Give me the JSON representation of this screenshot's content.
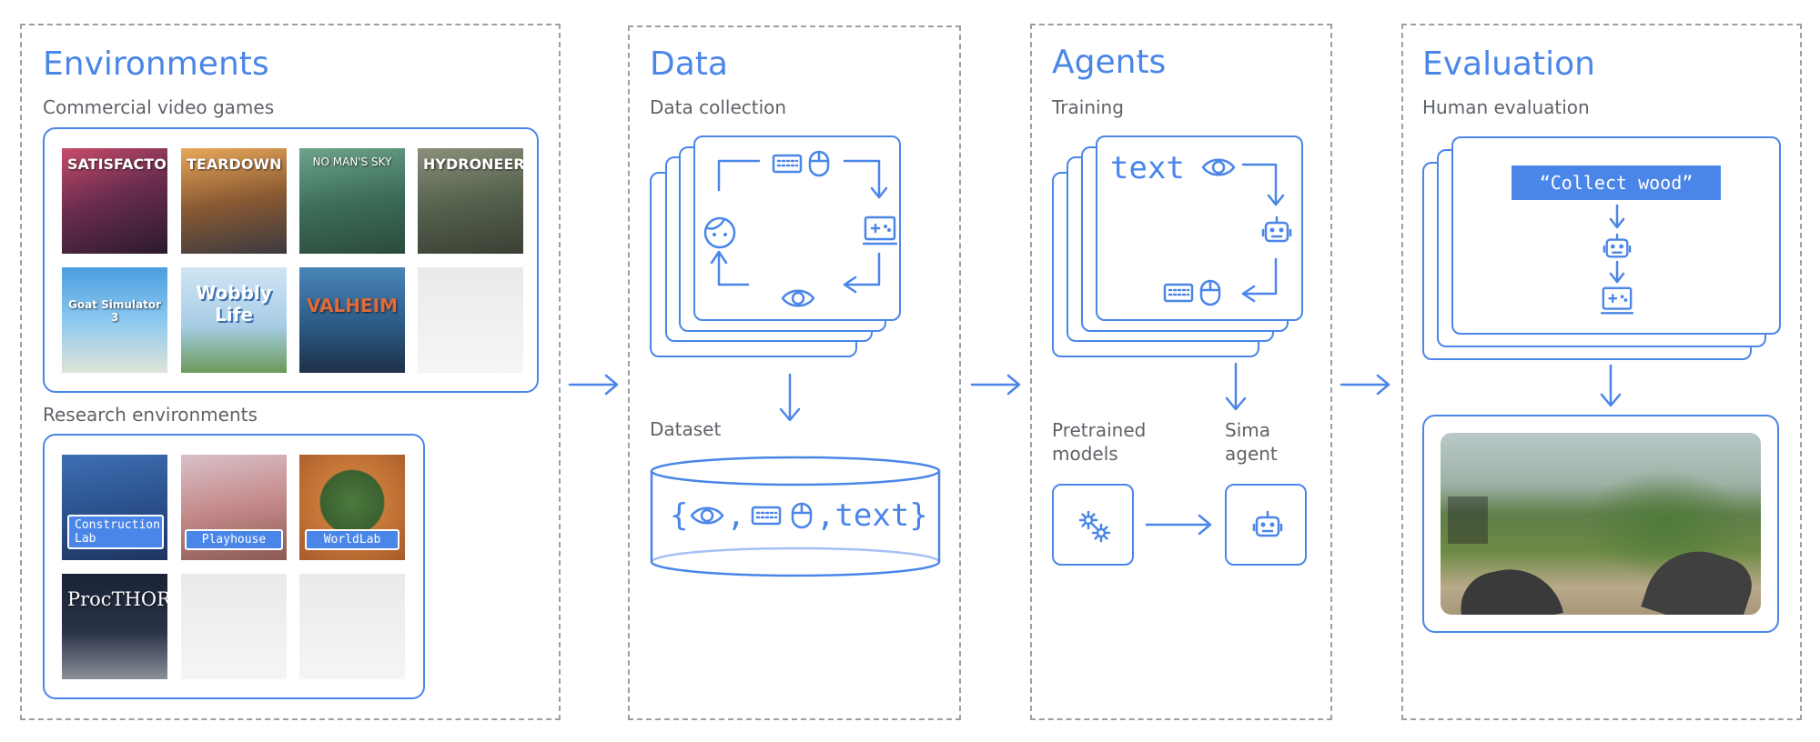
{
  "environments": {
    "title": "Environments",
    "commercial_label": "Commercial video games",
    "games": [
      "SATISFACTORY",
      "TEARDOWN",
      "NO MAN'S SKY",
      "HYDRONEER",
      "Goat Simulator 3",
      "Wobbly Life",
      "VALHEIM"
    ],
    "research_label": "Research environments",
    "research": [
      "Construction Lab",
      "Playhouse",
      "WorldLab",
      "ProcTHOR"
    ]
  },
  "data": {
    "title": "Data",
    "collection_label": "Data collection",
    "dataset_label": "Dataset",
    "dataset_text_open": "{",
    "dataset_text_comma": ",",
    "dataset_text_end": ",text}"
  },
  "agents": {
    "title": "Agents",
    "training_label": "Training",
    "text_word": "text",
    "pretrained_label_1": "Pretrained",
    "pretrained_label_2": "models",
    "sima_label_1": "Sima",
    "sima_label_2": "agent"
  },
  "evaluation": {
    "title": "Evaluation",
    "human_label": "Human evaluation",
    "instruction": "“Collect wood”"
  },
  "colors": {
    "accent": "#4a86e8",
    "dashed": "#9aa0a6",
    "text": "#5f6368"
  },
  "icons": [
    "keyboard-icon",
    "mouse-icon",
    "face-icon",
    "eye-icon",
    "gamepad-screen-icon",
    "robot-icon",
    "gears-icon",
    "arrow-icon"
  ]
}
